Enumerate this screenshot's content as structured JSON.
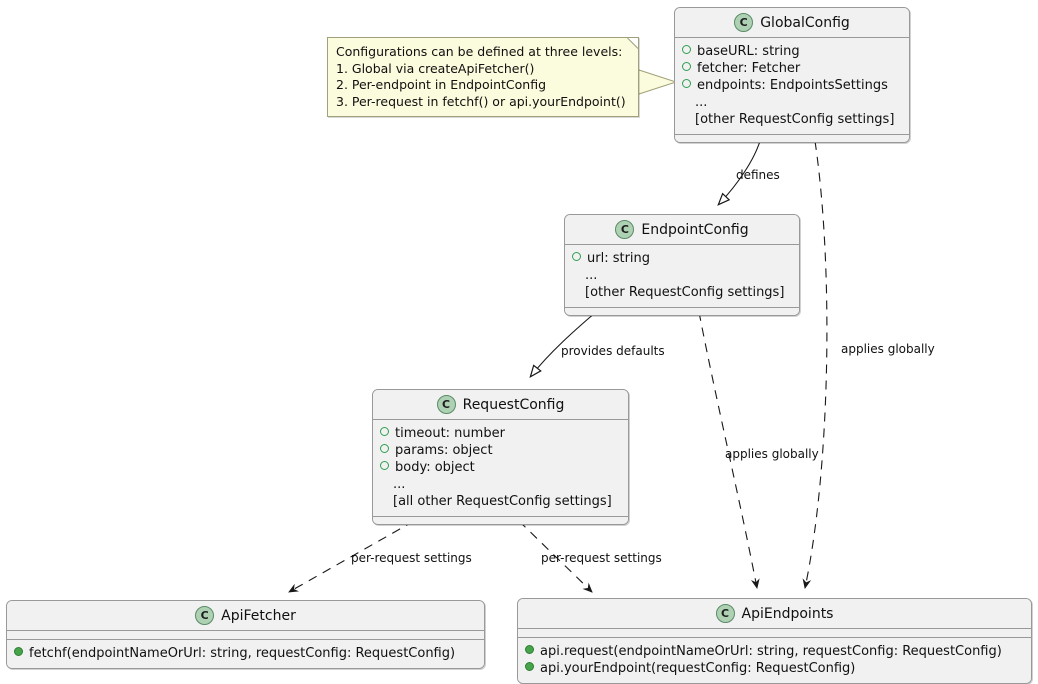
{
  "diagram": {
    "type": "uml-class-diagram",
    "background": "#ffffff",
    "colors": {
      "class_fill": "#f1f1f1",
      "class_border": "#999999",
      "class_icon_fill": "#add1b2",
      "note_fill": "#fbfbdd",
      "note_border": "#a0a07a",
      "attribute_marker": "#2e9e4f",
      "method_marker": "#46a54a",
      "edge": "#181818"
    }
  },
  "note": {
    "name": "configuration-levels-note",
    "lines": [
      "Configurations can be defined at three levels:",
      "1. Global via createApiFetcher()",
      "2. Per-endpoint in EndpointConfig",
      "3. Per-request in fetchf() or api.yourEndpoint()"
    ]
  },
  "classes": [
    {
      "id": "GlobalConfig",
      "icon": "C",
      "title": "GlobalConfig",
      "attributes": [
        {
          "marker": "attr",
          "text": "baseURL: string"
        },
        {
          "marker": "attr",
          "text": "fetcher: Fetcher"
        },
        {
          "marker": "attr",
          "text": "endpoints: EndpointsSettings"
        },
        {
          "marker": "none",
          "text": "..."
        },
        {
          "marker": "none",
          "text": "[other RequestConfig settings]"
        }
      ],
      "methods": []
    },
    {
      "id": "EndpointConfig",
      "icon": "C",
      "title": "EndpointConfig",
      "attributes": [
        {
          "marker": "attr",
          "text": "url: string"
        },
        {
          "marker": "none",
          "text": "..."
        },
        {
          "marker": "none",
          "text": "[other RequestConfig settings]"
        }
      ],
      "methods": []
    },
    {
      "id": "RequestConfig",
      "icon": "C",
      "title": "RequestConfig",
      "attributes": [
        {
          "marker": "attr",
          "text": "timeout: number"
        },
        {
          "marker": "attr",
          "text": "params: object"
        },
        {
          "marker": "attr",
          "text": "body: object"
        },
        {
          "marker": "none",
          "text": "..."
        },
        {
          "marker": "none",
          "text": "[all other RequestConfig settings]"
        }
      ],
      "methods": []
    },
    {
      "id": "ApiFetcher",
      "icon": "C",
      "title": "ApiFetcher",
      "attributes": [],
      "methods": [
        {
          "marker": "method",
          "text": "fetchf(endpointNameOrUrl: string, requestConfig: RequestConfig)"
        }
      ]
    },
    {
      "id": "ApiEndpoints",
      "icon": "C",
      "title": "ApiEndpoints",
      "attributes": [],
      "methods": [
        {
          "marker": "method",
          "text": "api.request(endpointNameOrUrl: string, requestConfig: RequestConfig)"
        },
        {
          "marker": "method",
          "text": "api.yourEndpoint(requestConfig: RequestConfig)"
        }
      ]
    }
  ],
  "edges": [
    {
      "id": "globalconfig-endpointconfig",
      "from": "GlobalConfig",
      "to": "EndpointConfig",
      "label": "defines",
      "style": "solid",
      "arrow": "hollow-triangle"
    },
    {
      "id": "endpointconfig-requestconfig",
      "from": "EndpointConfig",
      "to": "RequestConfig",
      "label": "provides defaults",
      "style": "solid",
      "arrow": "hollow-triangle"
    },
    {
      "id": "globalconfig-apiendpoints",
      "from": "GlobalConfig",
      "to": "ApiEndpoints",
      "label": "applies globally",
      "style": "dashed",
      "arrow": "open"
    },
    {
      "id": "endpointconfig-apiendpoints",
      "from": "EndpointConfig",
      "to": "ApiEndpoints",
      "label": "applies globally",
      "style": "dashed",
      "arrow": "open"
    },
    {
      "id": "requestconfig-apifetcher",
      "from": "RequestConfig",
      "to": "ApiFetcher",
      "label": "per-request settings",
      "style": "dashed",
      "arrow": "open"
    },
    {
      "id": "requestconfig-apiendpoints",
      "from": "RequestConfig",
      "to": "ApiEndpoints",
      "label": "per-request settings",
      "style": "dashed",
      "arrow": "open"
    }
  ]
}
